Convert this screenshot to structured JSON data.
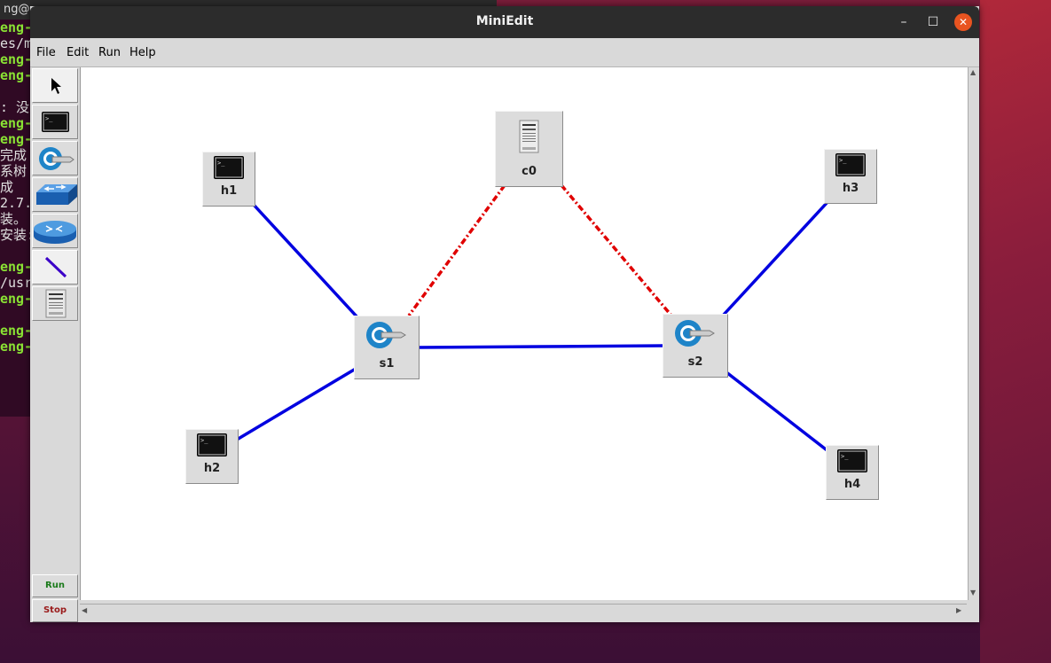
{
  "background_terminal": {
    "title_fragment": "ng@",
    "lines": [
      {
        "text": "eng-",
        "color": "green"
      },
      {
        "text": "es/m",
        "color": "white"
      },
      {
        "text": "eng-",
        "color": "green"
      },
      {
        "text": "eng-",
        "color": "green"
      },
      {
        "text": "",
        "color": "white"
      },
      {
        "text": ": 没",
        "color": "white"
      },
      {
        "text": "eng-",
        "color": "green"
      },
      {
        "text": "eng-",
        "color": "green"
      },
      {
        "text": "完成",
        "color": "white"
      },
      {
        "text": "系树",
        "color": "white"
      },
      {
        "text": "成",
        "color": "white"
      },
      {
        "text": "2.7.",
        "color": "white"
      },
      {
        "text": "装。",
        "color": "white"
      },
      {
        "text": "安装:",
        "color": "white"
      },
      {
        "text": "",
        "color": "white"
      },
      {
        "text": "eng-",
        "color": "green"
      },
      {
        "text": "/usr",
        "color": "white"
      },
      {
        "text": "eng-",
        "color": "green"
      },
      {
        "text": "",
        "color": "white"
      },
      {
        "text": "eng-",
        "color": "green"
      },
      {
        "text": "eng-",
        "color": "green"
      }
    ]
  },
  "window": {
    "title": "MiniEdit",
    "controls": {
      "minimize": "–",
      "maximize": "☐",
      "close": "✕"
    }
  },
  "menu": {
    "file": "File",
    "edit": "Edit",
    "run": "Run",
    "help": "Help"
  },
  "palette": {
    "tools": [
      "select-tool",
      "host-tool",
      "switch-tool",
      "legacy-switch-tool",
      "legacy-router-tool",
      "link-tool",
      "controller-tool"
    ],
    "run_label": "Run",
    "stop_label": "Stop"
  },
  "topology": {
    "nodes": [
      {
        "id": "h1",
        "label": "h1",
        "type": "host"
      },
      {
        "id": "h2",
        "label": "h2",
        "type": "host"
      },
      {
        "id": "h3",
        "label": "h3",
        "type": "host"
      },
      {
        "id": "h4",
        "label": "h4",
        "type": "host"
      },
      {
        "id": "s1",
        "label": "s1",
        "type": "switch"
      },
      {
        "id": "s2",
        "label": "s2",
        "type": "switch"
      },
      {
        "id": "c0",
        "label": "c0",
        "type": "controller"
      }
    ],
    "links": [
      {
        "from": "h1",
        "to": "s1",
        "kind": "data"
      },
      {
        "from": "h2",
        "to": "s1",
        "kind": "data"
      },
      {
        "from": "s1",
        "to": "s2",
        "kind": "data"
      },
      {
        "from": "h3",
        "to": "s2",
        "kind": "data"
      },
      {
        "from": "h4",
        "to": "s2",
        "kind": "data"
      },
      {
        "from": "c0",
        "to": "s1",
        "kind": "control"
      },
      {
        "from": "c0",
        "to": "s2",
        "kind": "control"
      }
    ]
  },
  "colors": {
    "data_link": "#0000e0",
    "control_link": "#e00000",
    "close_button": "#e95420"
  }
}
